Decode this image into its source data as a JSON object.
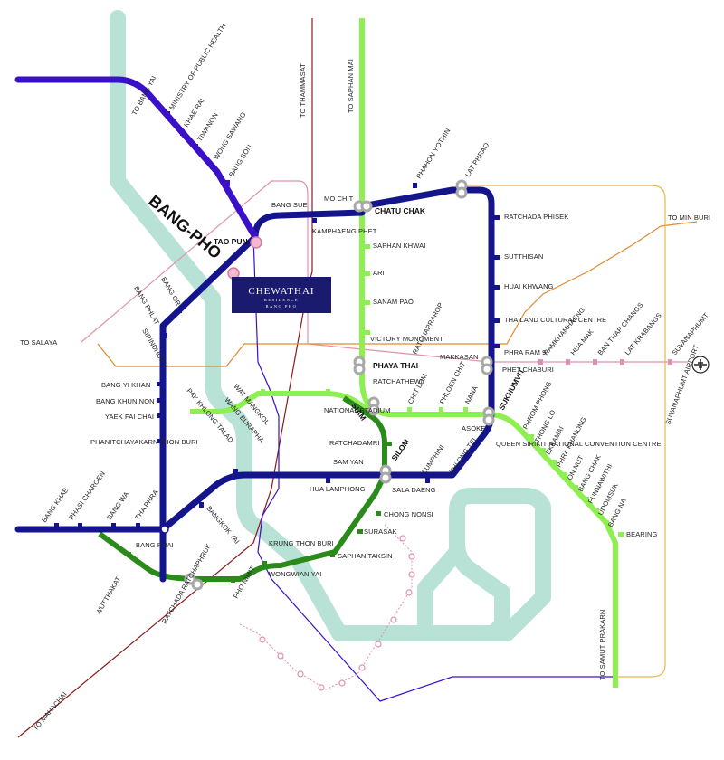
{
  "colors": {
    "blue_line": "#14148c",
    "purple_line": "#3a10c8",
    "light_green_line": "#8ef050",
    "dark_green_line": "#2a8a1a",
    "mint_corridor": "#b8e2d6",
    "red_line": "#8b1a1a",
    "pink_line": "#e090b0",
    "orange_line": "#e08a30",
    "yellow_line": "#e8b84a",
    "interchange": "#a8a8a8",
    "logo_bg": "#1a1a6e"
  },
  "logo": {
    "title": "CHEWATHAI",
    "line2": "RESIDENCE",
    "line3": "BANG PHO"
  },
  "line_name": "BANG-PHO",
  "directions": {
    "to_bang_yai": "TO BANG YAI",
    "to_thammasat": "TO THAMMASAT",
    "to_saphan_mai": "TO SAPHAN MAI",
    "to_min_buri": "TO MIN BURI",
    "to_salaya": "TO SALAYA",
    "to_mahachai": "TO MAHACHAI",
    "to_samut_prakarn": "TO SAMUT PRAKARN",
    "suvanaphumt_airport": "SUVANAPHUMT AIRPORT"
  },
  "stations": {
    "ministry": "MINISTRY OF PUBLIC HEALTH",
    "khae_rai": "KHAE RAI",
    "tiwanon": "TIWANON",
    "wong_sawang": "WONG SAWANG",
    "bang_son": "BANG SON",
    "bang_sue": "BANG SUE",
    "tao_pun": "TAO PUN",
    "mo_chit": "MO CHIT",
    "chatu_chak": "CHATU CHAK",
    "kamphaeng_phet": "KAMPHAENG PHET",
    "phahon_yothin": "PHAHON YOTHIN",
    "lat_phrao": "LAT PHRAO",
    "ratchada_phisek": "RATCHADA PHISEK",
    "sutthisan": "SUTTHISAN",
    "huai_khwang": "HUAI KHWANG",
    "thailand_cultural": "THAILAND CULTURAL CENTRE",
    "phra_ram_9": "PHRA RAM 9",
    "phet_chaburi": "PHET CHABURI",
    "makkasan": "MAKKASAN",
    "ramkhamhaeng": "RAMKHAMHAENG",
    "hua_mak": "HUA MAK",
    "ban_thap_changs": "BAN THAP CHANGS",
    "lat_krabangs": "LAT KRABANGS",
    "suvanaphumt": "SUVANAPHUMT",
    "saphan_khwai": "SAPHAN KHWAI",
    "ari": "ARI",
    "sanam_pao": "SANAM PAO",
    "victory_monument": "VICTORY MONUMENT",
    "ratchaprarop": "RATCHAPRAROP",
    "phaya_thai": "PHAYA THAI",
    "ratchathewi": "RATCHATHEWI",
    "national_stadium": "NATIONAL STADIUM",
    "siam": "SIAM",
    "chit_lom": "CHIT LOM",
    "phloen_chit": "PHLOEN CHIT",
    "nana": "NANA",
    "sukhumvit": "SUKHUMVIT",
    "asoke": "ASOKE",
    "phrom_phong": "PHROM PHONG",
    "thong_lo": "THONG LO",
    "ekkamai": "EKKAMAI",
    "phra_khanong": "PHRA KHANONG",
    "on_nut": "ON NUT",
    "bang_chak": "BANG CHAK",
    "punnawithi": "PUNNAWITHI",
    "udomsuk": "UDOMSUK",
    "bang_na": "BANG NA",
    "bearing": "BEARING",
    "queen_sirikit": "QUEEN SIRIKIT NATIONAL CONVENTION CENTRE",
    "ratchadamri": "RATCHADAMRI",
    "silom": "SILOM",
    "lumphini": "LUMPHINI",
    "khlong_tei": "KHLONG TEI",
    "sala_daeng": "SALA DAENG",
    "sam_yan": "SAM YAN",
    "hua_lamphong": "HUA LAMPHONG",
    "chong_nonsi": "CHONG NONSI",
    "surasak": "SURASAK",
    "saphan_taksin": "SAPHAN TAKSIN",
    "krung_thon_buri": "KRUNG THON BURI",
    "wongwian_yai": "WONGWIAN YAI",
    "pho_nimit": "PHO NIMIT",
    "ratchada_ratchaphruk": "RATCHADA RATCHAPHRUK",
    "wutthakat": "WUTTHAKAT",
    "bang_phai": "BANG PHAI",
    "tha_phra": "THA PHRA",
    "bang_wa": "BANG WA",
    "phasi_charoen": "PHASI CHAROEN",
    "bang_khae": "BANG KHAE",
    "bangkok_yai": "BANGKOK YAI",
    "pak_khlong_talad": "PAK KHLONG TALAD",
    "wat_mangkol": "WAT MANGKOL",
    "wang_burapha": "WANG BURAPHA",
    "phanitchayakarn": "PHANITCHAYAKARN THON BURI",
    "yaek_fai_chai": "YAEK FAI CHAI",
    "bang_khun_non": "BANG KHUN NON",
    "bang_yi_khan": "BANG YI KHAN",
    "sirindhorn": "SIRINDHORN",
    "bang_phlat": "BANG PHLAT",
    "bang_or": "BANG OR"
  }
}
